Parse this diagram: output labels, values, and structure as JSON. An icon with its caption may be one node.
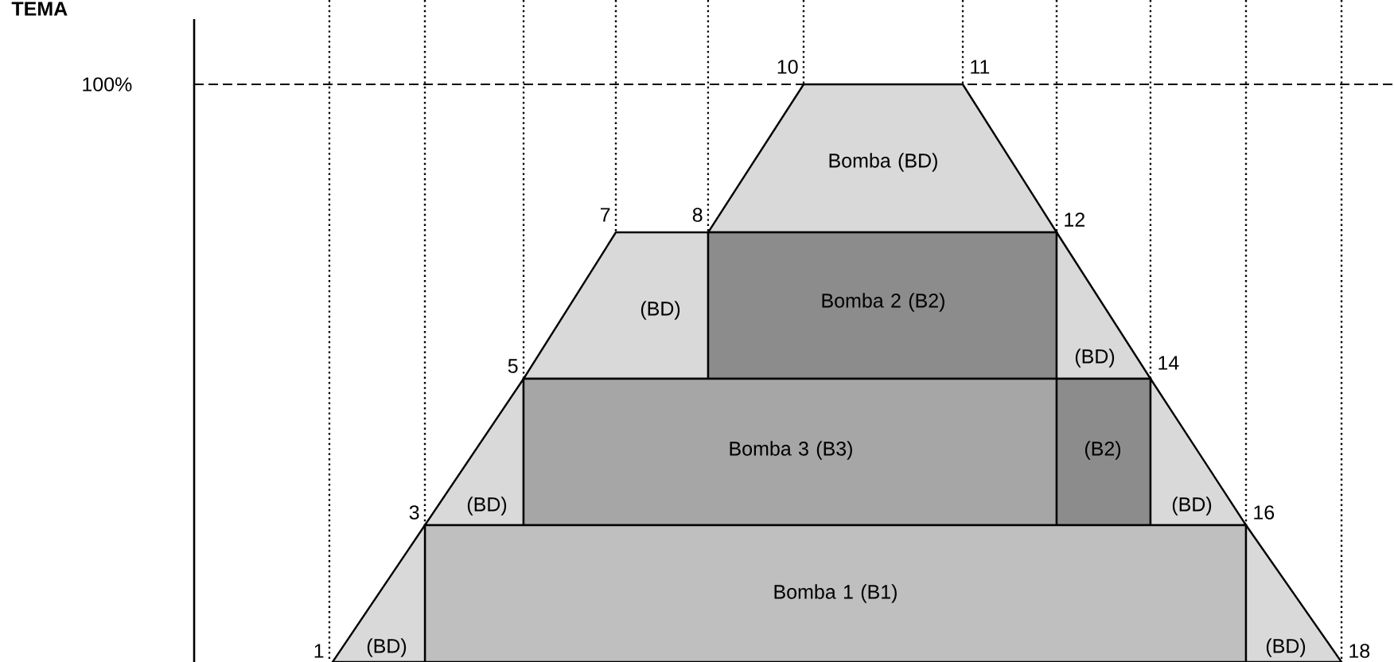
{
  "diagram": {
    "nodes": [
      {
        "text": [
          "Bomba (BD)"
        ]
      },
      {
        "text": [
          "(BD)"
        ]
      },
      {
        "text": [
          "Bomba 2 (B2)"
        ]
      },
      {
        "text": [
          "(BD)"
        ]
      },
      {
        "text": [
          "(BD)"
        ]
      },
      {
        "text": [
          "Bomba 3 (B3)"
        ]
      },
      {
        "text": [
          "(B2)"
        ]
      },
      {
        "text": [
          "(BD)"
        ]
      },
      {
        "text": [
          "Bomba 1 (B1)"
        ]
      },
      {
        "text": [
          "(BD)"
        ]
      },
      {
        "text": [
          "(BD)"
        ]
      }
    ],
    "labels": [
      "TEMA",
      "100%",
      "10",
      "11",
      "7",
      "8",
      "12",
      "5",
      "14",
      "3",
      "16",
      "1",
      "18"
    ]
  }
}
